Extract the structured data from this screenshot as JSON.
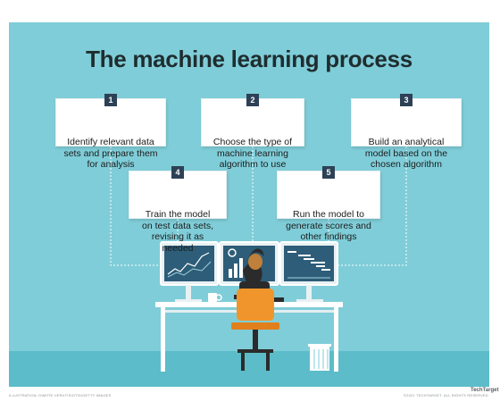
{
  "title": "The machine learning process",
  "steps": [
    {
      "number": "1",
      "text": "Identify relevant data\nsets and prepare them\nfor analysis"
    },
    {
      "number": "2",
      "text": "Choose the type of\nmachine learning\nalgorithm to use"
    },
    {
      "number": "3",
      "text": "Build an analytical\nmodel based on the\nchosen algorithm"
    },
    {
      "number": "4",
      "text": "Train the model\non test data sets,\nrevising it as needed"
    },
    {
      "number": "5",
      "text": "Run the model to\ngenerate scores and\nother findings"
    }
  ],
  "footer_left": "ILLUSTRATION: DIMITRI VERVITSIOTIS/GETTY IMAGES",
  "footer_right": "©2021 TECHTARGET. ALL RIGHTS RESERVED",
  "logo": "TechTarget",
  "colors": {
    "background": "#7fcdd8",
    "floor": "#5cbcc9",
    "badge": "#2d4156",
    "chair": "#f0952b",
    "screen": "#2d5d78"
  }
}
